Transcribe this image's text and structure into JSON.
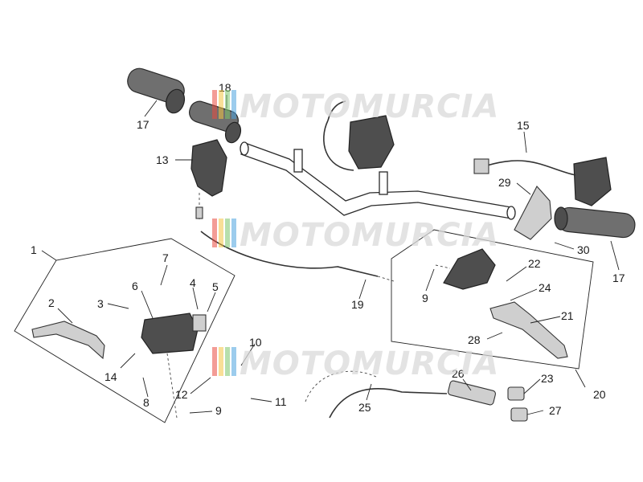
{
  "diagram": {
    "callouts": [
      "1",
      "2",
      "3",
      "4",
      "5",
      "6",
      "7",
      "8",
      "9",
      "9",
      "10",
      "11",
      "12",
      "13",
      "14",
      "15",
      "17",
      "17",
      "18",
      "19",
      "20",
      "21",
      "22",
      "23",
      "24",
      "25",
      "26",
      "27",
      "28",
      "29",
      "30"
    ]
  },
  "watermark": {
    "text": "MOTOMURCIA",
    "colors": [
      "#e94a3f",
      "#f4c542",
      "#7cc46a",
      "#4aa3df",
      "#b07cc6"
    ]
  }
}
